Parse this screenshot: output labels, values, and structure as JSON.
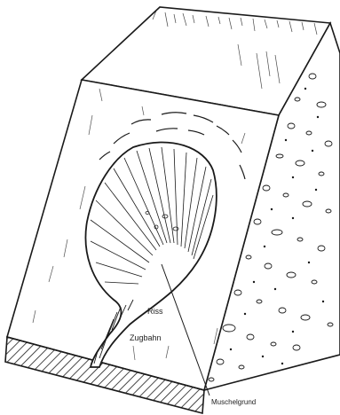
{
  "labels": {
    "anriss": "Riss",
    "zugbahn": "Zugbahn",
    "muschelgrund": "Muschelgrund"
  },
  "colors": {
    "ink": "#1a1a1a",
    "paper": "#ffffff"
  }
}
